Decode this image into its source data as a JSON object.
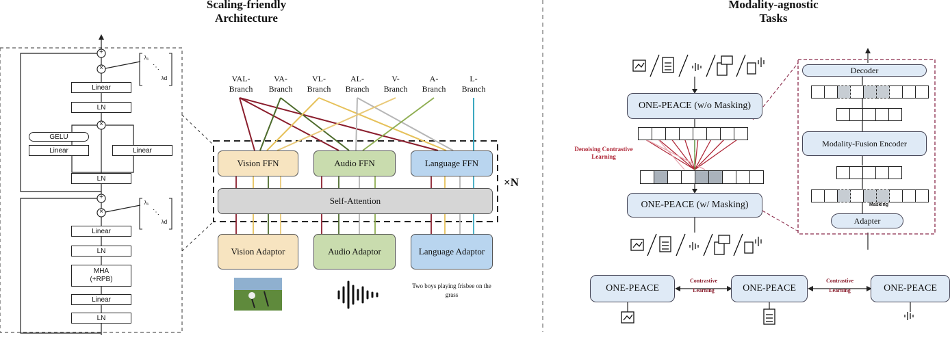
{
  "titles": {
    "left_line1": "Scaling-friendly",
    "left_line2": "Architecture",
    "right_line1": "Modality-agnostic",
    "right_line2": "Tasks"
  },
  "block": {
    "linear": "Linear",
    "ln": "LN",
    "gelu": "GELU",
    "mha_line1": "MHA",
    "mha_line2": "(+RPB)",
    "plus": "+",
    "times": "×",
    "lambda1": "λ₁",
    "lambdad": "λd",
    "dots": "⋱"
  },
  "branches": [
    {
      "l1": "VAL-",
      "l2": "Branch"
    },
    {
      "l1": "VA-",
      "l2": "Branch"
    },
    {
      "l1": "VL-",
      "l2": "Branch"
    },
    {
      "l1": "AL-",
      "l2": "Branch"
    },
    {
      "l1": "V-",
      "l2": "Branch"
    },
    {
      "l1": "A-",
      "l2": "Branch"
    },
    {
      "l1": "L-",
      "l2": "Branch"
    }
  ],
  "ffn": {
    "vision": "Vision FFN",
    "audio": "Audio FFN",
    "language": "Language FFN",
    "self_attention": "Self-Attention",
    "repeat": "×N"
  },
  "adaptors": {
    "vision": "Vision Adaptor",
    "audio": "Audio Adaptor",
    "language": "Language Adaptor"
  },
  "text_sample": "Two boys playing frisbee on the grass",
  "right": {
    "wo_masking": "ONE-PEACE (w/o Masking)",
    "w_masking": "ONE-PEACE (w/ Masking)",
    "denoising_line1": "Denoising Contrastive",
    "denoising_line2": "Learning",
    "decoder": "Decoder",
    "fusion_encoder": "Modality-Fusion Encoder",
    "masking": "Masking",
    "adapter": "Adapter",
    "onepeace": "ONE-PEACE",
    "contrastive_line1": "Contrastive",
    "contrastive_line2": "Learning"
  },
  "colors": {
    "vision_ffn": "#f7e4c0",
    "audio_ffn": "#c9dcae",
    "language_ffn": "#b9d5ef",
    "self_attention": "#d6d6d6",
    "val": "#8a1d2c",
    "va": "#4d6b2c",
    "vl": "#e6c15a",
    "al": "#b6b6b6",
    "v": "#e9c978",
    "a": "#8fae52",
    "l": "#3aa7c0",
    "denoise": "#b02a3a"
  }
}
